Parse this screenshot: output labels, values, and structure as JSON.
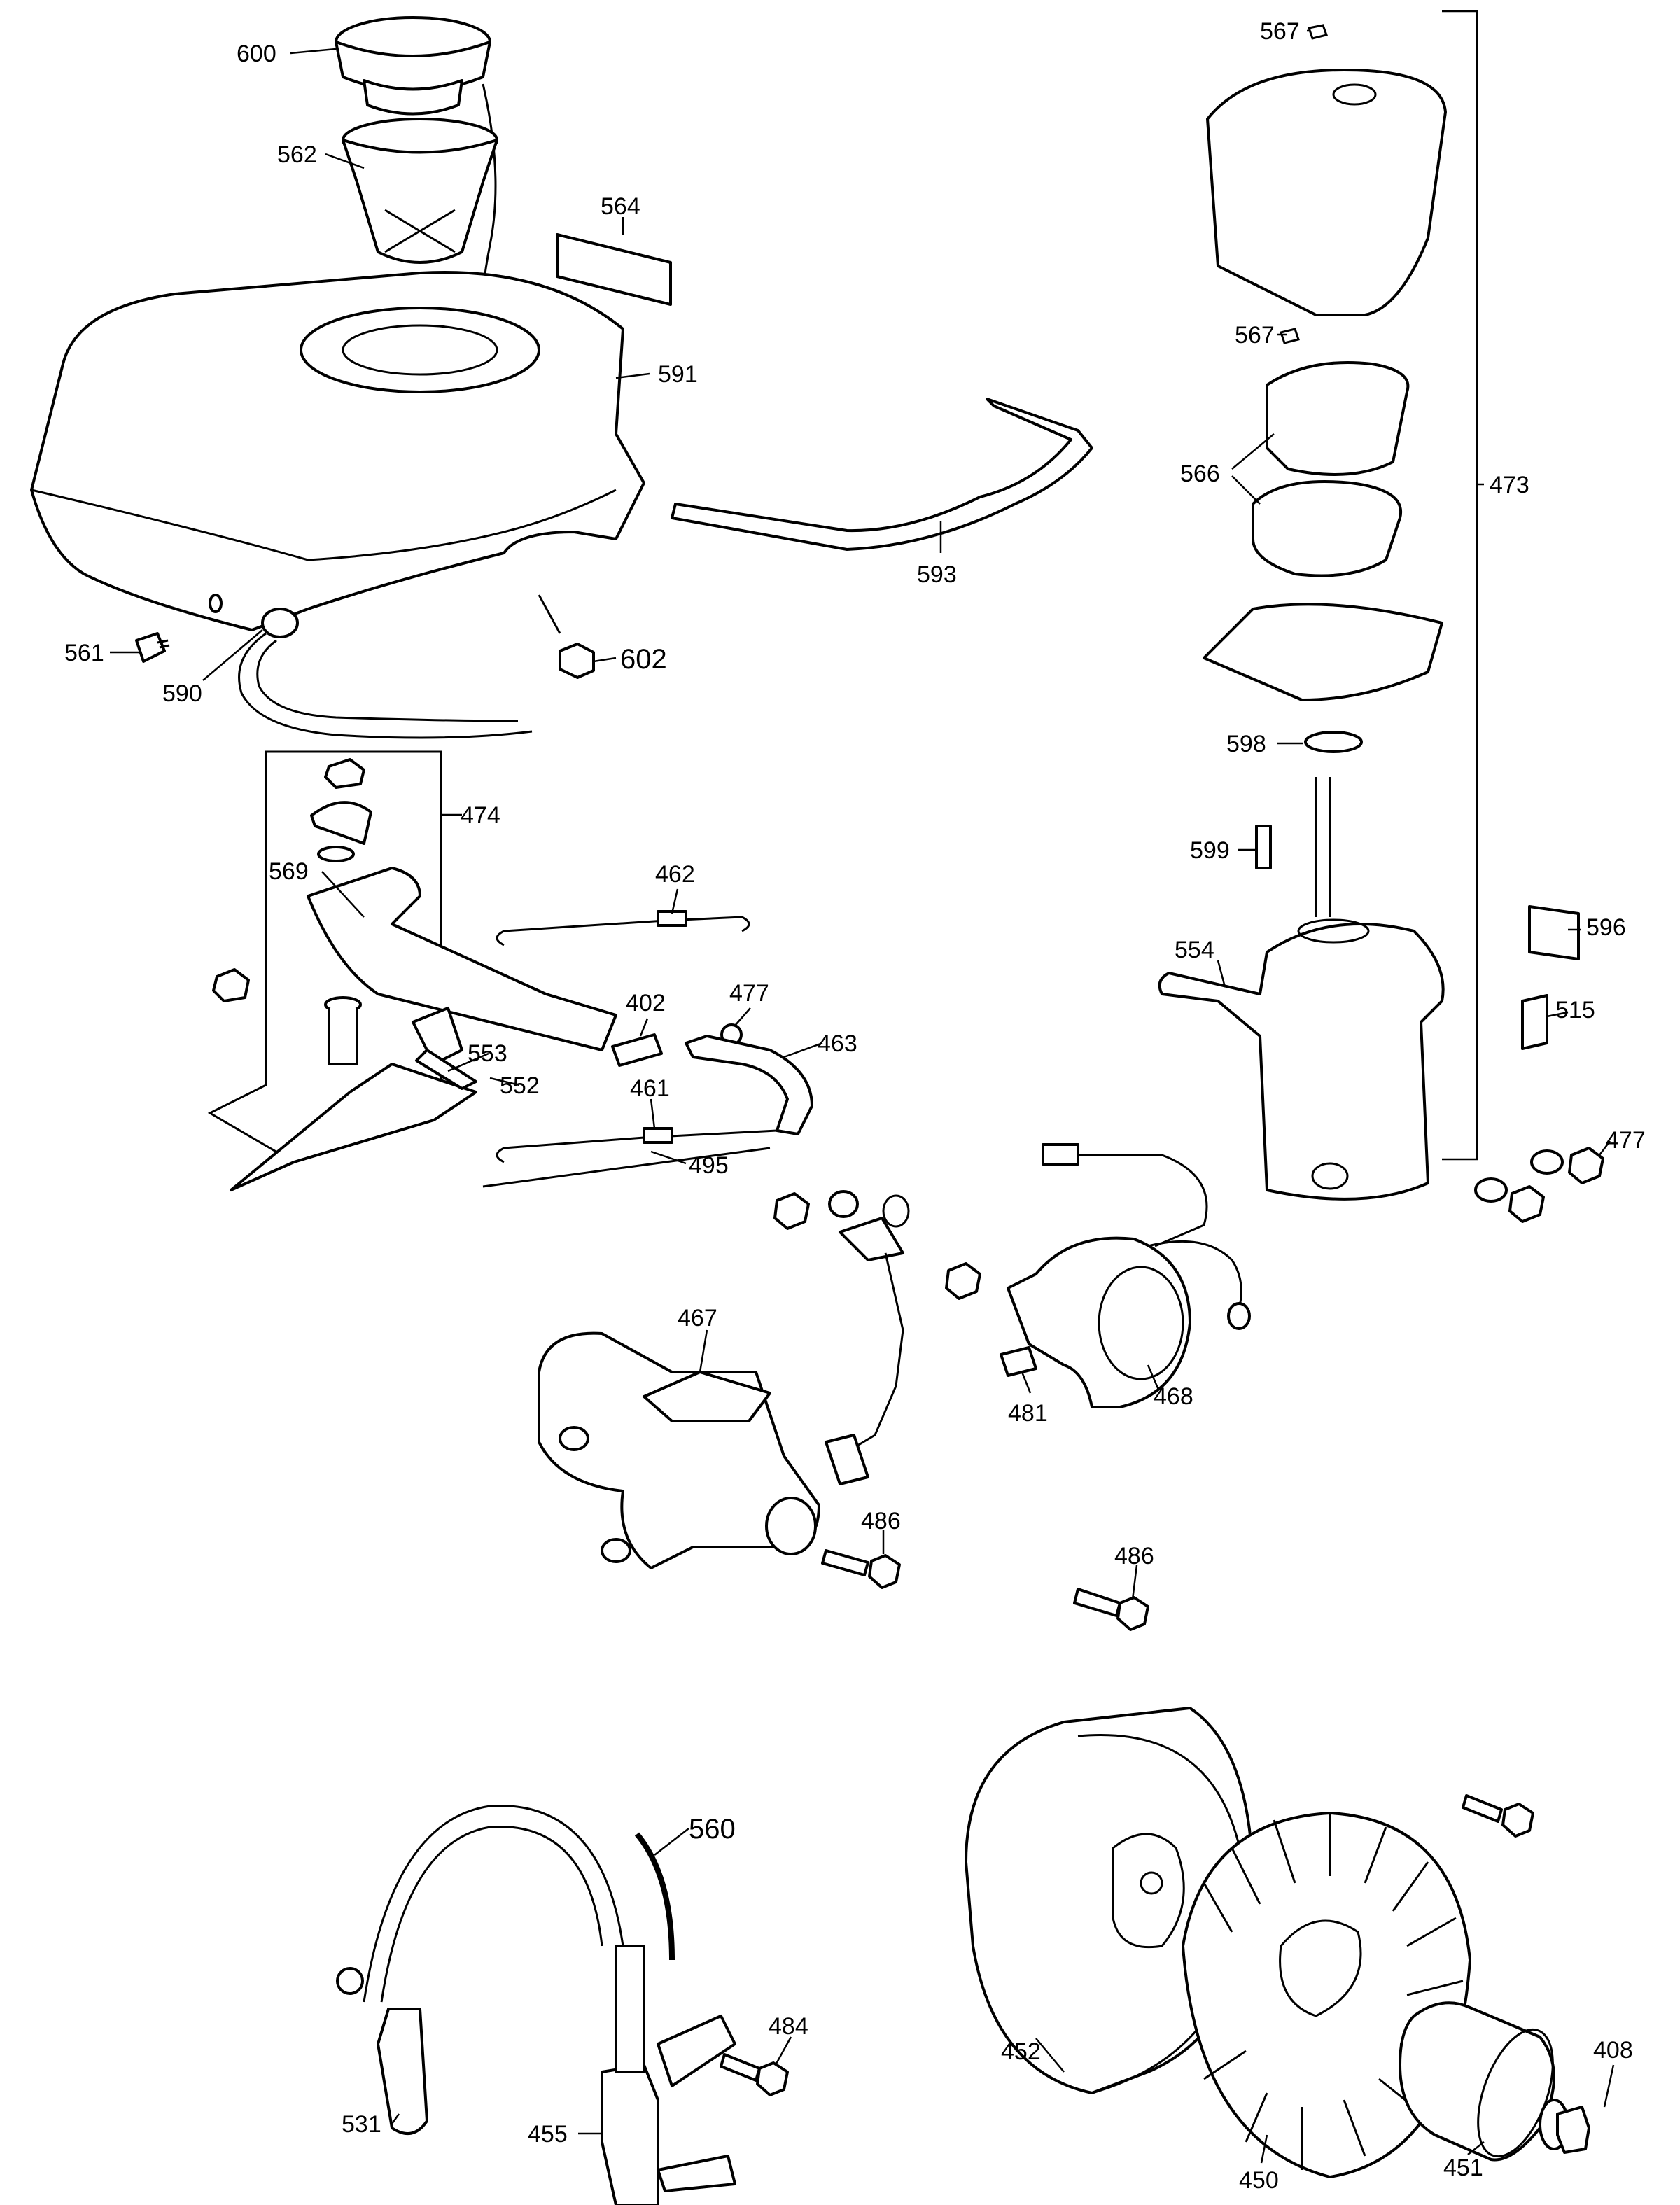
{
  "labels": [
    "600",
    "562",
    "564",
    "591",
    "593",
    "561",
    "590",
    "602",
    "474",
    "569",
    "462",
    "402",
    "477",
    "463",
    "553",
    "552",
    "461",
    "495",
    "567",
    "567",
    "566",
    "473",
    "598",
    "599",
    "554",
    "596",
    "515",
    "477",
    "467",
    "468",
    "481",
    "486",
    "486",
    "560",
    "484",
    "531",
    "455",
    "452",
    "450",
    "451",
    "408"
  ]
}
